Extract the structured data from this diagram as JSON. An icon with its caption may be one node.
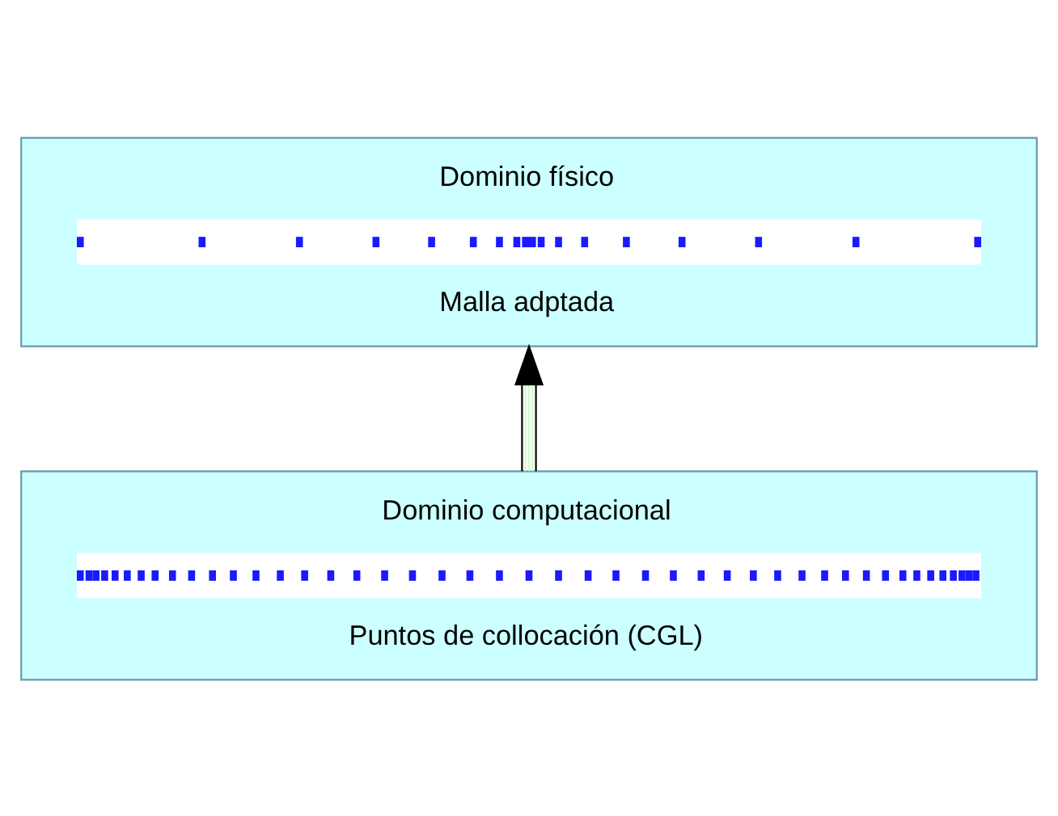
{
  "diagram": {
    "nodes": [
      {
        "text": [
          "Dominio físico",
          "Malla adptada"
        ]
      },
      {
        "text": [
          "Dominio computacional",
          "Puntos de collocación (CGL)"
        ]
      }
    ],
    "edges": [
      {
        "from": 1,
        "to": 0,
        "arrow": "to"
      }
    ]
  }
}
